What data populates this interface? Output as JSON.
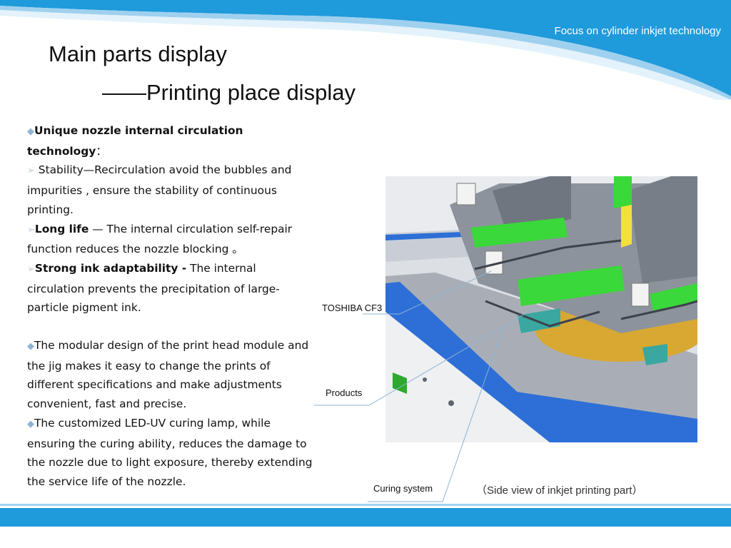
{
  "header": {
    "tagline": "Focus on cylinder inkjet technology"
  },
  "title": {
    "line1": "Main parts display",
    "line2": "——Printing place display"
  },
  "content": {
    "p1_title": "Unique nozzle internal circulation technology",
    "p1_colon": "：",
    "p1_text": " Stability—Recirculation avoid the bubbles and impurities , ensure the stability of continuous printing.",
    "p2_title": "Long life",
    "p2_text": " — The internal circulation self-repair function reduces the nozzle  blocking 。",
    "p3_title": "Strong ink adaptability -",
    "p3_text": " The internal circulation prevents the precipitation of large-particle pigment ink.",
    "p4_text": "The modular design of the print head module and the jig makes it easy to change the prints of different specifications and make adjustments convenient, fast and precise.",
    "p5_text": "The customized LED-UV curing lamp, while ensuring the curing ability, reduces the damage to the nozzle due to light exposure, thereby extending the service life of the nozzle."
  },
  "bullets": {
    "diamond": "◆",
    "arrow": "➢"
  },
  "callouts": {
    "toshiba": "TOSHIBA CF3",
    "products": "Products",
    "curing": "Curing system"
  },
  "caption": "（Side view of inkjet printing part）",
  "colors": {
    "brand_blue": "#1f9adb",
    "light_blue": "#9fd1ee",
    "bullet": "#8db3d6"
  },
  "icons": {
    "bullet_diamond": "diamond-bullet-icon",
    "bullet_arrow": "arrow-bullet-icon"
  }
}
